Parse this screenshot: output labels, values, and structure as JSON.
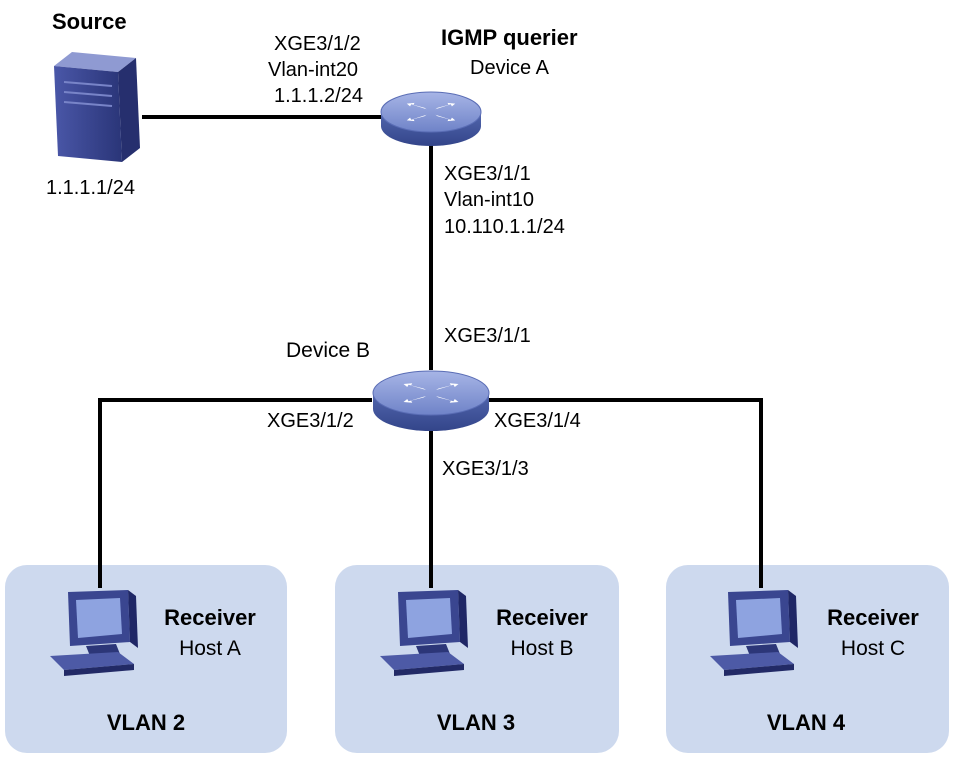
{
  "source": {
    "title": "Source",
    "ip": "1.1.1.1/24",
    "icon": "server-icon"
  },
  "device_a": {
    "role": "IGMP querier",
    "name": "Device A",
    "icon": "router-icon",
    "port_to_source": [
      "XGE3/1/2",
      "Vlan-int20",
      "1.1.1.2/24"
    ],
    "port_to_b": [
      "XGE3/1/1",
      "Vlan-int10",
      "10.110.1.1/24"
    ]
  },
  "device_b": {
    "name": "Device B",
    "icon": "router-icon",
    "port_up": "XGE3/1/1",
    "port_left": "XGE3/1/2",
    "port_down": "XGE3/1/3",
    "port_right": "XGE3/1/4"
  },
  "receivers": [
    {
      "role": "Receiver",
      "host": "Host A",
      "vlan": "VLAN 2",
      "icon": "computer-icon"
    },
    {
      "role": "Receiver",
      "host": "Host B",
      "vlan": "VLAN 3",
      "icon": "computer-icon"
    },
    {
      "role": "Receiver",
      "host": "Host C",
      "vlan": "VLAN 4",
      "icon": "computer-icon"
    }
  ],
  "colors": {
    "vlan_fill": "#cdd9ee",
    "device_blue": "#6a7fc4",
    "link": "#000000"
  }
}
